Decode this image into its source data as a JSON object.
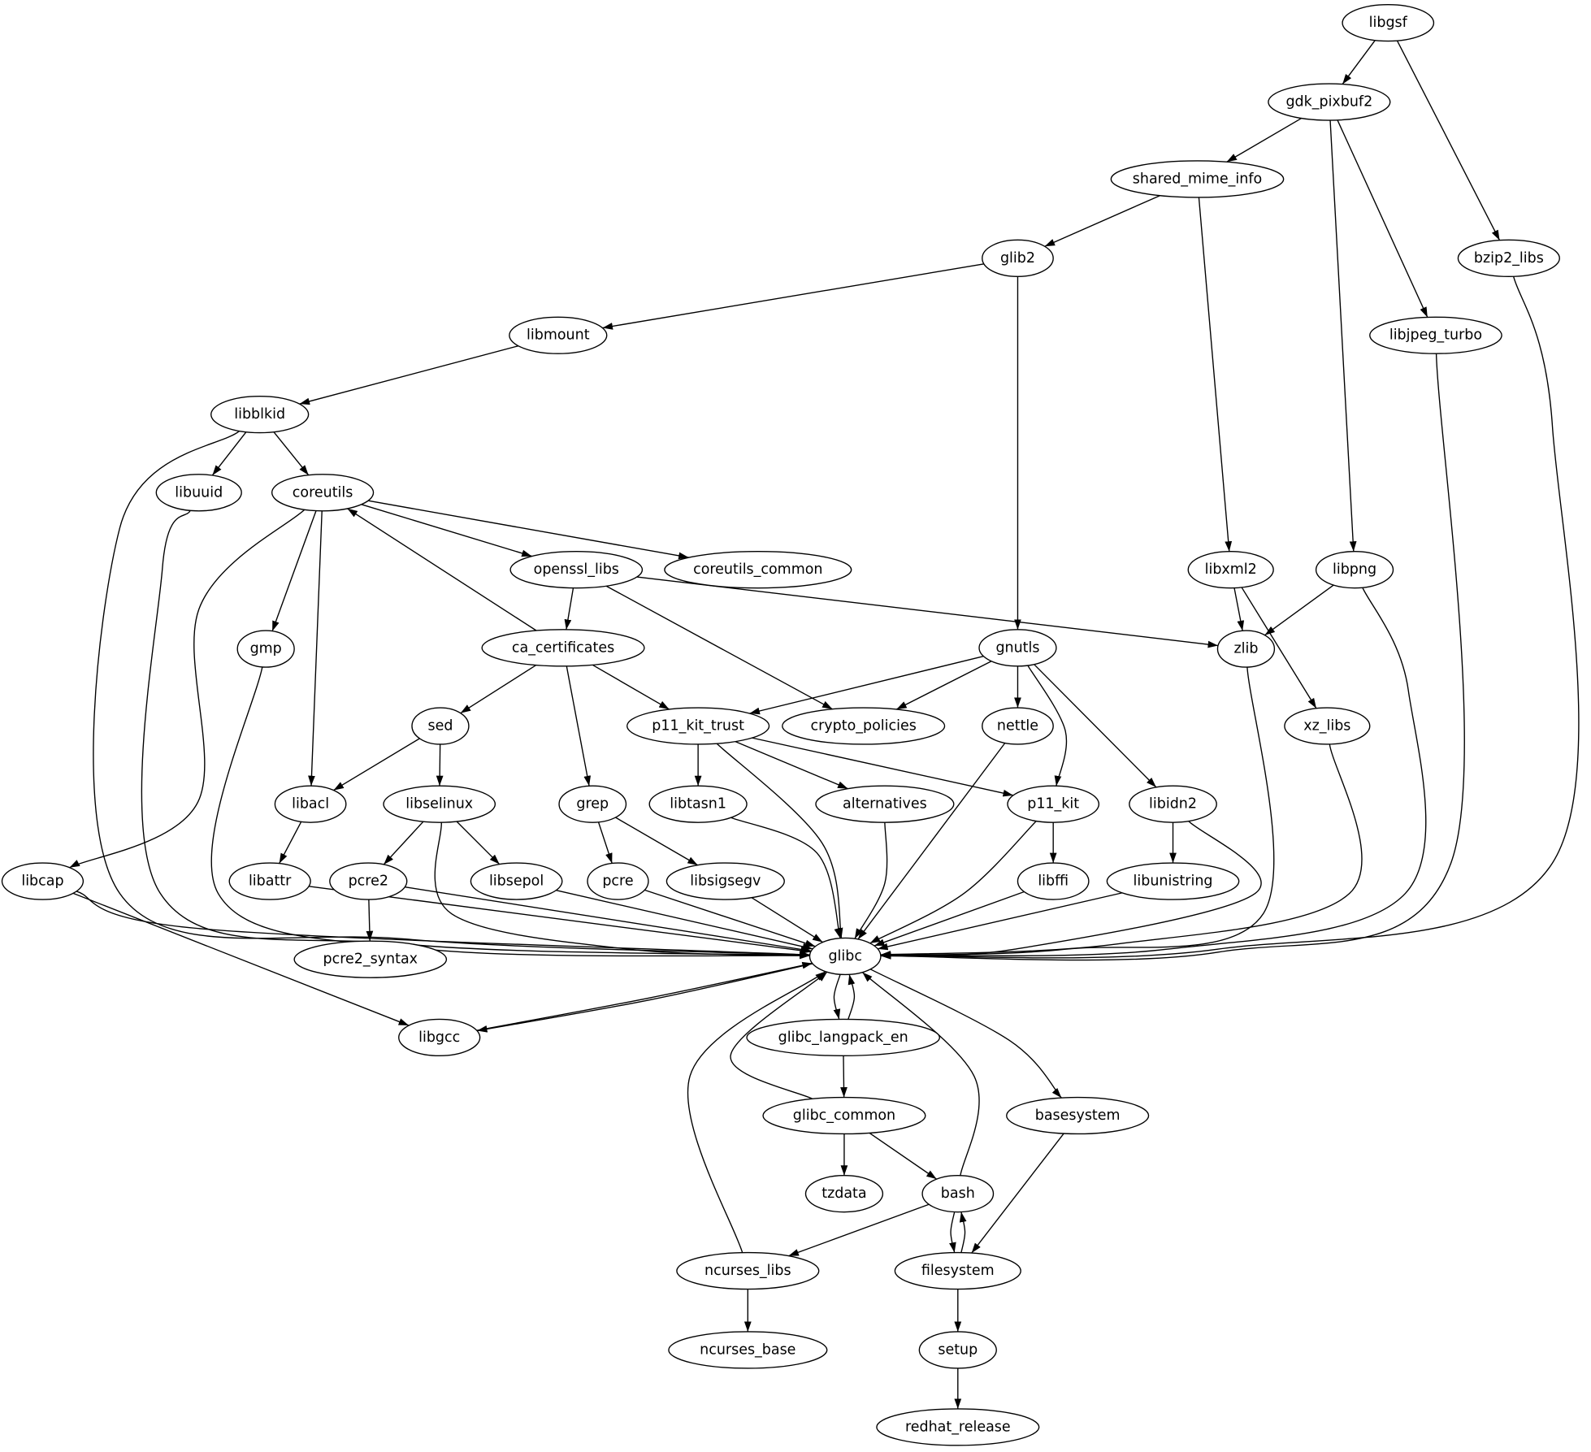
{
  "nodes": [
    {
      "id": "libgsf",
      "label": "libgsf"
    },
    {
      "id": "gdk_pixbuf2",
      "label": "gdk_pixbuf2"
    },
    {
      "id": "shared_mime_info",
      "label": "shared_mime_info"
    },
    {
      "id": "bzip2_libs",
      "label": "bzip2_libs"
    },
    {
      "id": "glib2",
      "label": "glib2"
    },
    {
      "id": "libjpeg_turbo",
      "label": "libjpeg_turbo"
    },
    {
      "id": "libmount",
      "label": "libmount"
    },
    {
      "id": "libblkid",
      "label": "libblkid"
    },
    {
      "id": "libuuid",
      "label": "libuuid"
    },
    {
      "id": "coreutils",
      "label": "coreutils"
    },
    {
      "id": "openssl_libs",
      "label": "openssl_libs"
    },
    {
      "id": "coreutils_common",
      "label": "coreutils_common"
    },
    {
      "id": "libxml2",
      "label": "libxml2"
    },
    {
      "id": "libpng",
      "label": "libpng"
    },
    {
      "id": "gmp",
      "label": "gmp"
    },
    {
      "id": "ca_certificates",
      "label": "ca_certificates"
    },
    {
      "id": "gnutls",
      "label": "gnutls"
    },
    {
      "id": "zlib",
      "label": "zlib"
    },
    {
      "id": "sed",
      "label": "sed"
    },
    {
      "id": "p11_kit_trust",
      "label": "p11_kit_trust"
    },
    {
      "id": "crypto_policies",
      "label": "crypto_policies"
    },
    {
      "id": "nettle",
      "label": "nettle"
    },
    {
      "id": "xz_libs",
      "label": "xz_libs"
    },
    {
      "id": "libacl",
      "label": "libacl"
    },
    {
      "id": "libselinux",
      "label": "libselinux"
    },
    {
      "id": "grep",
      "label": "grep"
    },
    {
      "id": "libtasn1",
      "label": "libtasn1"
    },
    {
      "id": "alternatives",
      "label": "alternatives"
    },
    {
      "id": "p11_kit",
      "label": "p11_kit"
    },
    {
      "id": "libidn2",
      "label": "libidn2"
    },
    {
      "id": "libcap",
      "label": "libcap"
    },
    {
      "id": "libattr",
      "label": "libattr"
    },
    {
      "id": "pcre2",
      "label": "pcre2"
    },
    {
      "id": "libsepol",
      "label": "libsepol"
    },
    {
      "id": "pcre",
      "label": "pcre"
    },
    {
      "id": "libsigsegv",
      "label": "libsigsegv"
    },
    {
      "id": "libffi",
      "label": "libffi"
    },
    {
      "id": "libunistring",
      "label": "libunistring"
    },
    {
      "id": "glibc",
      "label": "glibc"
    },
    {
      "id": "pcre2_syntax",
      "label": "pcre2_syntax"
    },
    {
      "id": "libgcc",
      "label": "libgcc"
    },
    {
      "id": "glibc_langpack_en",
      "label": "glibc_langpack_en"
    },
    {
      "id": "glibc_common",
      "label": "glibc_common"
    },
    {
      "id": "basesystem",
      "label": "basesystem"
    },
    {
      "id": "tzdata",
      "label": "tzdata"
    },
    {
      "id": "bash",
      "label": "bash"
    },
    {
      "id": "ncurses_libs",
      "label": "ncurses_libs"
    },
    {
      "id": "filesystem",
      "label": "filesystem"
    },
    {
      "id": "ncurses_base",
      "label": "ncurses_base"
    },
    {
      "id": "setup",
      "label": "setup"
    },
    {
      "id": "redhat_release",
      "label": "redhat_release"
    }
  ],
  "edges": [
    [
      "libgsf",
      "gdk_pixbuf2"
    ],
    [
      "libgsf",
      "bzip2_libs"
    ],
    [
      "gdk_pixbuf2",
      "shared_mime_info"
    ],
    [
      "gdk_pixbuf2",
      "libpng"
    ],
    [
      "gdk_pixbuf2",
      "libjpeg_turbo"
    ],
    [
      "shared_mime_info",
      "glib2"
    ],
    [
      "shared_mime_info",
      "libxml2"
    ],
    [
      "bzip2_libs",
      "glibc"
    ],
    [
      "glib2",
      "libmount"
    ],
    [
      "glib2",
      "gnutls"
    ],
    [
      "libjpeg_turbo",
      "glibc"
    ],
    [
      "libmount",
      "libblkid"
    ],
    [
      "libblkid",
      "libuuid"
    ],
    [
      "libblkid",
      "coreutils"
    ],
    [
      "libblkid",
      "glibc"
    ],
    [
      "libuuid",
      "glibc"
    ],
    [
      "coreutils",
      "openssl_libs"
    ],
    [
      "coreutils",
      "coreutils_common"
    ],
    [
      "coreutils",
      "gmp"
    ],
    [
      "coreutils",
      "libacl"
    ],
    [
      "coreutils",
      "libcap"
    ],
    [
      "openssl_libs",
      "ca_certificates"
    ],
    [
      "openssl_libs",
      "crypto_policies"
    ],
    [
      "openssl_libs",
      "zlib"
    ],
    [
      "ca_certificates",
      "coreutils"
    ],
    [
      "ca_certificates",
      "sed"
    ],
    [
      "ca_certificates",
      "grep"
    ],
    [
      "ca_certificates",
      "p11_kit_trust"
    ],
    [
      "libxml2",
      "zlib"
    ],
    [
      "libxml2",
      "xz_libs"
    ],
    [
      "libpng",
      "zlib"
    ],
    [
      "libpng",
      "glibc"
    ],
    [
      "gmp",
      "glibc"
    ],
    [
      "gnutls",
      "p11_kit_trust"
    ],
    [
      "gnutls",
      "crypto_policies"
    ],
    [
      "gnutls",
      "nettle"
    ],
    [
      "gnutls",
      "p11_kit"
    ],
    [
      "gnutls",
      "libidn2"
    ],
    [
      "zlib",
      "glibc"
    ],
    [
      "sed",
      "libacl"
    ],
    [
      "sed",
      "libselinux"
    ],
    [
      "p11_kit_trust",
      "libtasn1"
    ],
    [
      "p11_kit_trust",
      "alternatives"
    ],
    [
      "p11_kit_trust",
      "p11_kit"
    ],
    [
      "p11_kit_trust",
      "glibc"
    ],
    [
      "nettle",
      "glibc"
    ],
    [
      "xz_libs",
      "glibc"
    ],
    [
      "libacl",
      "libattr"
    ],
    [
      "libselinux",
      "pcre2"
    ],
    [
      "libselinux",
      "libsepol"
    ],
    [
      "libselinux",
      "glibc"
    ],
    [
      "grep",
      "pcre"
    ],
    [
      "grep",
      "libsigsegv"
    ],
    [
      "libtasn1",
      "glibc"
    ],
    [
      "alternatives",
      "glibc"
    ],
    [
      "p11_kit",
      "libffi"
    ],
    [
      "p11_kit",
      "glibc"
    ],
    [
      "libidn2",
      "libunistring"
    ],
    [
      "libidn2",
      "glibc"
    ],
    [
      "libcap",
      "glibc"
    ],
    [
      "libcap",
      "libgcc"
    ],
    [
      "libattr",
      "glibc"
    ],
    [
      "pcre2",
      "pcre2_syntax"
    ],
    [
      "pcre2",
      "glibc"
    ],
    [
      "libsepol",
      "glibc"
    ],
    [
      "pcre",
      "glibc"
    ],
    [
      "libsigsegv",
      "glibc"
    ],
    [
      "libffi",
      "glibc"
    ],
    [
      "libunistring",
      "glibc"
    ],
    [
      "glibc",
      "libgcc"
    ],
    [
      "libgcc",
      "glibc"
    ],
    [
      "glibc",
      "glibc_langpack_en"
    ],
    [
      "glibc_langpack_en",
      "glibc"
    ],
    [
      "glibc_langpack_en",
      "glibc_common"
    ],
    [
      "glibc_common",
      "glibc"
    ],
    [
      "glibc_common",
      "tzdata"
    ],
    [
      "glibc_common",
      "bash"
    ],
    [
      "glibc",
      "basesystem"
    ],
    [
      "basesystem",
      "filesystem"
    ],
    [
      "bash",
      "glibc"
    ],
    [
      "bash",
      "ncurses_libs"
    ],
    [
      "bash",
      "filesystem"
    ],
    [
      "filesystem",
      "bash"
    ],
    [
      "ncurses_libs",
      "glibc"
    ],
    [
      "ncurses_libs",
      "ncurses_base"
    ],
    [
      "filesystem",
      "setup"
    ],
    [
      "setup",
      "redhat_release"
    ]
  ]
}
